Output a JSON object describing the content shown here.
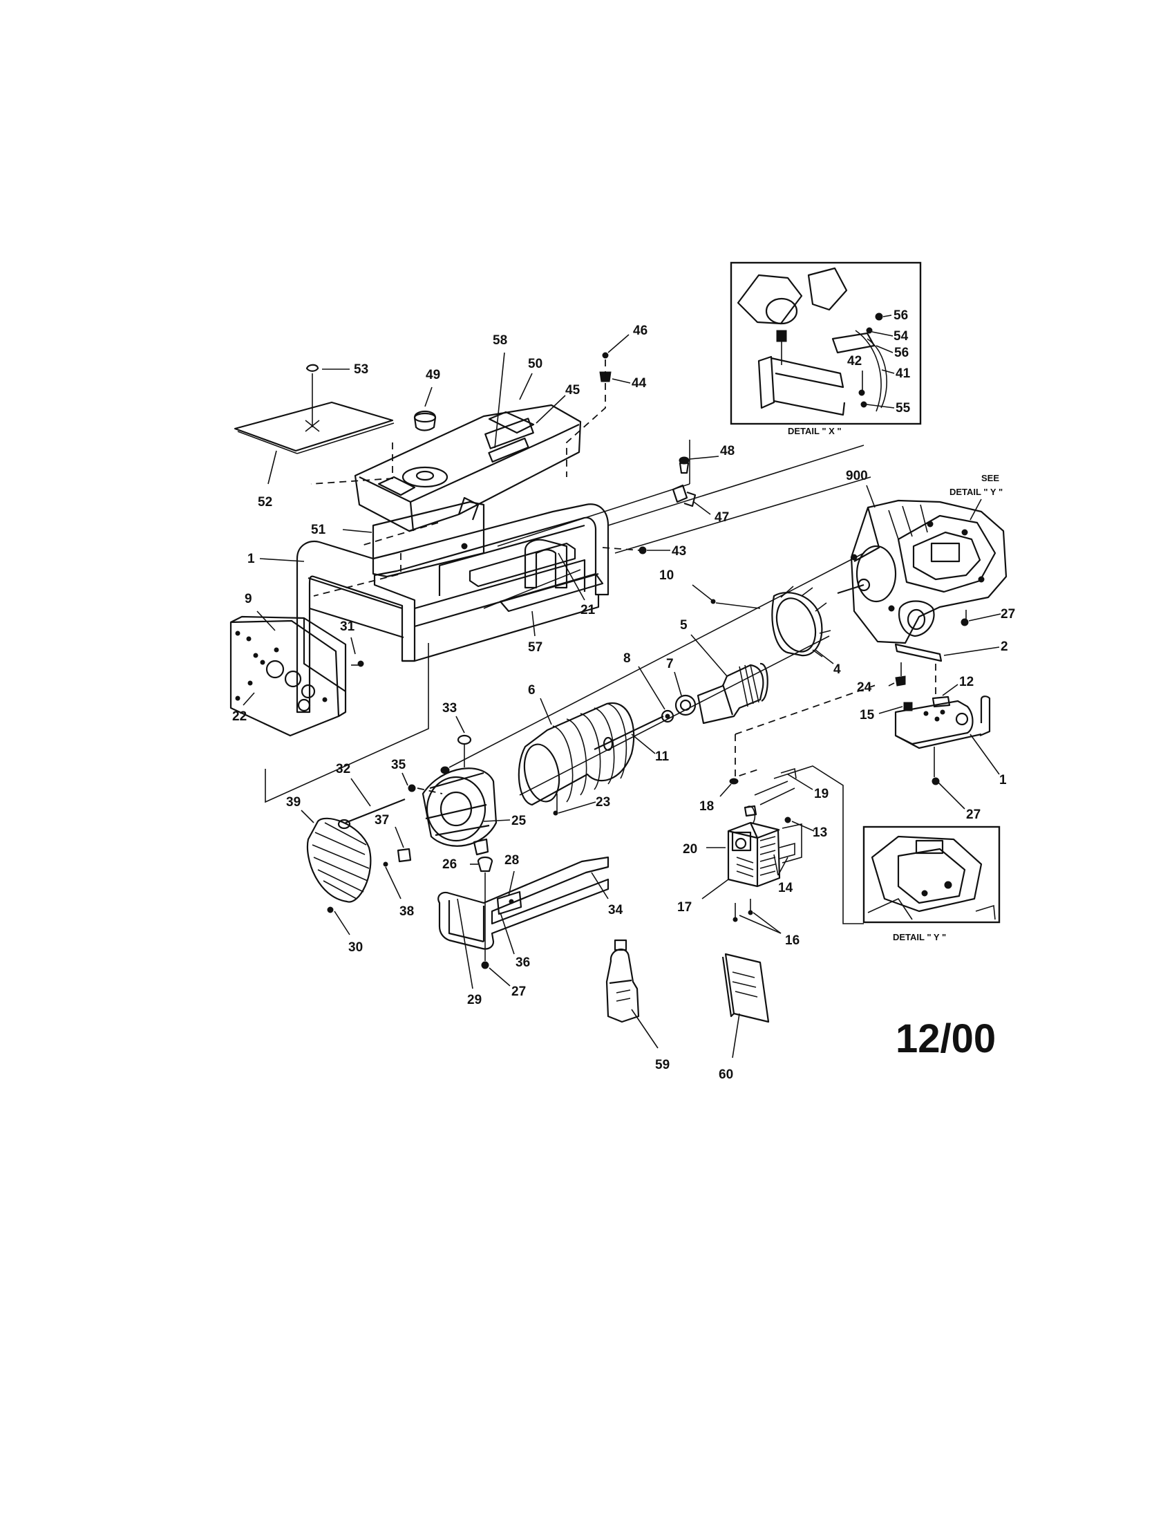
{
  "diagram": {
    "stamp": "12/00",
    "detail_x_caption": "DETAIL \" X \"",
    "detail_y_caption": "DETAIL \" Y \"",
    "see_detail_y": [
      "SEE",
      "DETAIL \" Y \""
    ],
    "callouts": {
      "c1a": "1",
      "c1b": "1",
      "c2": "2",
      "c4": "4",
      "c5": "5",
      "c6": "6",
      "c7": "7",
      "c8": "8",
      "c9": "9",
      "c10": "10",
      "c11": "11",
      "c12": "12",
      "c13": "13",
      "c14": "14",
      "c15": "15",
      "c16": "16",
      "c17": "17",
      "c18": "18",
      "c19": "19",
      "c20": "20",
      "c21": "21",
      "c22": "22",
      "c23": "23",
      "c24": "24",
      "c25": "25",
      "c26": "26",
      "c27a": "27",
      "c27b": "27",
      "c27c": "27",
      "c28": "28",
      "c29": "29",
      "c30": "30",
      "c31": "31",
      "c32": "32",
      "c33": "33",
      "c34": "34",
      "c35": "35",
      "c36": "36",
      "c37": "37",
      "c38": "38",
      "c39": "39",
      "c41": "41",
      "c42": "42",
      "c43": "43",
      "c44": "44",
      "c45": "45",
      "c46": "46",
      "c47": "47",
      "c48": "48",
      "c49": "49",
      "c50": "50",
      "c51": "51",
      "c52": "52",
      "c53": "53",
      "c54": "54",
      "c55": "55",
      "c56a": "56",
      "c56b": "56",
      "c57": "57",
      "c58": "58",
      "c59": "59",
      "c60": "60",
      "c900": "900"
    }
  }
}
